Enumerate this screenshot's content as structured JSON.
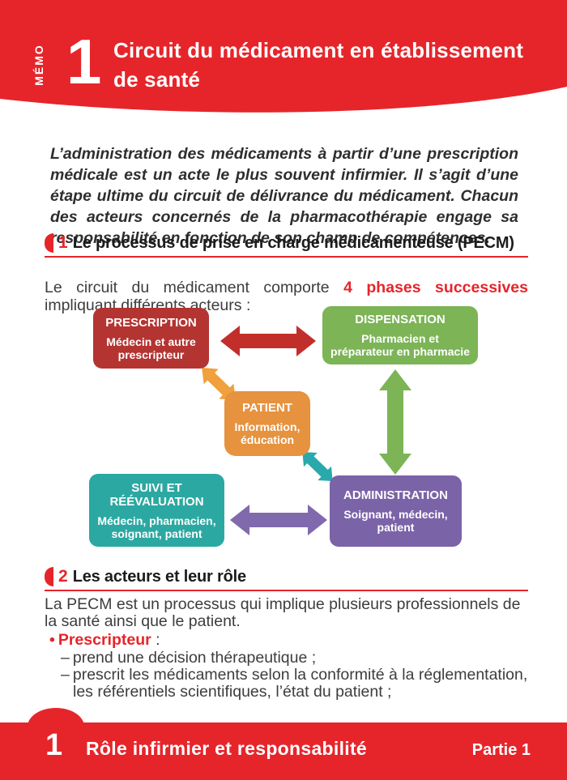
{
  "colors": {
    "brand_red": "#e6252b",
    "box_red": "#b43431",
    "arrow_red": "#c22f2b",
    "green": "#7cb456",
    "box_orange": "#e6923e",
    "arrow_orange": "#f0a03c",
    "box_teal": "#2ba8a1",
    "arrow_teal": "#29a9ac",
    "box_purple": "#7b63a8",
    "arrow_purple": "#8169ae"
  },
  "header": {
    "memo_label": "MÉMO",
    "memo_number": "1",
    "title_line1": "Circuit du médicament en établissement",
    "title_line2": "de santé"
  },
  "intro": {
    "text": "L’administration des médicaments à partir d’une prescription médicale est un acte le plus souvent infirmier. Il s’agit d’une étape ultime du circuit de délivrance du médicament. Chacun des acteurs concernés de la pharmacothérapie engage sa responsabilité en fonction de son champ de compétences."
  },
  "section1": {
    "number": "1",
    "title": "Le processus de prise en charge médicamenteuse (PECM)",
    "body_prefix": "Le circuit du médicament comporte ",
    "body_highlight": "4 phases successives",
    "body_suffix": " impliquant différents acteurs :"
  },
  "diagram": {
    "boxes": [
      {
        "title": "PRESCRIPTION",
        "subtitle": "Médecin et autre prescripteur"
      },
      {
        "title": "DISPENSATION",
        "subtitle": "Pharmacien et préparateur en pharmacie"
      },
      {
        "title": "PATIENT",
        "subtitle": "Information, éducation"
      },
      {
        "title": "SUIVI ET RÉÉVALUATION",
        "subtitle": "Médecin, pharmacien, soignant, patient"
      },
      {
        "title": "ADMINISTRATION",
        "subtitle": "Soignant, médecin, patient"
      }
    ]
  },
  "section2": {
    "number": "2",
    "title": "Les acteurs et leur rôle",
    "body": "La PECM est un processus qui implique plusieurs professionnels de la santé ainsi que le patient.",
    "bullet_marker": "•",
    "bullet_label": "Prescripteur",
    "bullet_suffix": " :",
    "dash": "–",
    "items": [
      "prend une décision thérapeutique ;",
      "prescrit les médicaments selon la conformité à la réglementation, les référentiels scientifiques, l’état du patient ;"
    ]
  },
  "footer": {
    "number": "1",
    "title": "Rôle infirmier et responsabilité",
    "part": "Partie 1"
  }
}
